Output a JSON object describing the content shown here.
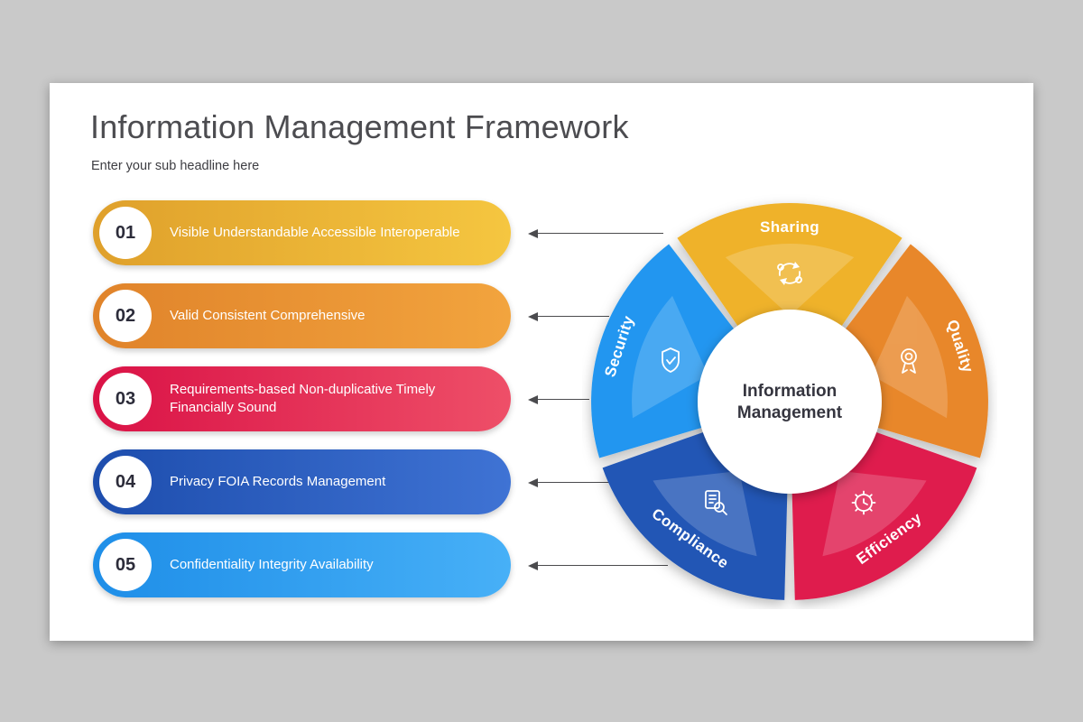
{
  "slide": {
    "title": "Information Management Framework",
    "subtitle": "Enter your sub headline here"
  },
  "list_items": [
    {
      "number": "01",
      "text": "Visible Understandable Accessible Interoperable",
      "color": "#eeb12f"
    },
    {
      "number": "02",
      "text": "Valid Consistent Comprehensive",
      "color": "#ec9330"
    },
    {
      "number": "03",
      "text": "Requirements-based Non-duplicative Timely Financially Sound",
      "color": "#e01a4f"
    },
    {
      "number": "04",
      "text": "Privacy FOIA Records Management",
      "color": "#2356b4"
    },
    {
      "number": "05",
      "text": "Confidentiality Integrity Availability",
      "color": "#2d9bf0"
    }
  ],
  "wheel": {
    "center_line1": "Information",
    "center_line2": "Management",
    "segments": [
      {
        "label": "Sharing",
        "color": "#efb22a",
        "icon": "sync-people-icon"
      },
      {
        "label": "Quality",
        "color": "#e8872b",
        "icon": "medal-icon"
      },
      {
        "label": "Efficiency",
        "color": "#df1a4d",
        "icon": "gear-clock-icon"
      },
      {
        "label": "Compliance",
        "color": "#2156b5",
        "icon": "document-magnifier-icon"
      },
      {
        "label": "Security",
        "color": "#2196f0",
        "icon": "shield-check-icon"
      }
    ]
  }
}
